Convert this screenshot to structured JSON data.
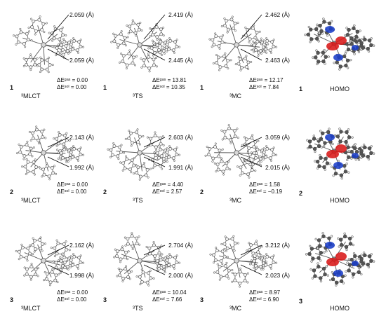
{
  "rows": [
    {
      "number": "1",
      "states": [
        {
          "label": "³MLCT",
          "bond_top": "2.059 (Å)",
          "bond_bottom": "2.059 (Å)",
          "e_gas": "ΔEᵍᵃˢ = 0.00",
          "e_sol": "ΔEˢᵒˡ = 0.00"
        },
        {
          "label": "³TS",
          "bond_top": "2.419 (Å)",
          "bond_bottom": "2.445 (Å)",
          "e_gas": "ΔEᵍᵃˢ = 13.81",
          "e_sol": "ΔEˢᵒˡ = 10.35"
        },
        {
          "label": "³MC",
          "bond_top": "2.462 (Å)",
          "bond_bottom": "2.463 (Å)",
          "e_gas": "ΔEᵍᵃˢ = 12.17",
          "e_sol": "ΔEˢᵒˡ = 7.84"
        }
      ],
      "homo_label": "HOMO"
    },
    {
      "number": "2",
      "states": [
        {
          "label": "³MLCT",
          "bond_top": "2.143 (Å)",
          "bond_bottom": "1.992 (Å)",
          "e_gas": "ΔEᵍᵃˢ = 0.00",
          "e_sol": "ΔEˢᵒˡ = 0.00"
        },
        {
          "label": "³TS",
          "bond_top": "2.603 (Å)",
          "bond_bottom": "1.991 (Å)",
          "e_gas": "ΔEᵍᵃˢ = 4.40",
          "e_sol": "ΔEˢᵒˡ = 2.57"
        },
        {
          "label": "³MC",
          "bond_top": "3.059 (Å)",
          "bond_bottom": "2.015 (Å)",
          "e_gas": "ΔEᵍᵃˢ = 1.58",
          "e_sol": "ΔEˢᵒˡ = −0.19"
        }
      ],
      "homo_label": "HOMO"
    },
    {
      "number": "3",
      "states": [
        {
          "label": "³MLCT",
          "bond_top": "2.162 (Å)",
          "bond_bottom": "1.998 (Å)",
          "e_gas": "ΔEᵍᵃˢ = 0.00",
          "e_sol": "ΔEˢᵒˡ = 0.00"
        },
        {
          "label": "³TS",
          "bond_top": "2.704 (Å)",
          "bond_bottom": "2.000 (Å)",
          "e_gas": "ΔEᵍᵃˢ = 10.04",
          "e_sol": "ΔEˢᵒˡ = 7.66"
        },
        {
          "label": "³MC",
          "bond_top": "3.212 (Å)",
          "bond_bottom": "2.023 (Å)",
          "e_gas": "ΔEᵍᵃˢ = 8.97",
          "e_sol": "ΔEˢᵒˡ = 6.90"
        }
      ],
      "homo_label": "HOMO"
    }
  ],
  "colors": {
    "atom": "#f2f2f2",
    "atom_stroke": "#444444",
    "bond": "#555555",
    "homo_atom": "#555555",
    "homo_h": "#e8e8e8",
    "orbital_blue": "#1a3ec8",
    "orbital_red": "#d81818"
  }
}
